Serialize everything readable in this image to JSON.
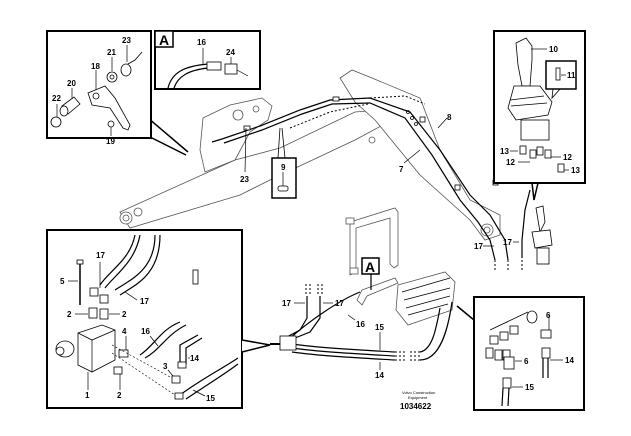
{
  "diagram": {
    "title": "Boom hydraulic lines with joystick control",
    "inset_a_letter": "A",
    "callout_a_letter": "A",
    "footer": {
      "company_line1": "Volvo Construction",
      "company_line2": "Equipment",
      "drawing_number": "1034622"
    },
    "insets": {
      "top_left": {
        "labels": [
          "23",
          "21",
          "18",
          "20",
          "22",
          "19"
        ]
      },
      "top_a": {
        "labels": [
          "16",
          "24"
        ]
      },
      "top_right": {
        "labels": [
          "10",
          "11",
          "13",
          "12",
          "12",
          "13"
        ]
      },
      "bottom_left": {
        "labels": [
          "17",
          "5",
          "17",
          "2",
          "2",
          "4",
          "16",
          "14",
          "3",
          "15",
          "1",
          "2"
        ]
      },
      "bottom_right": {
        "labels": [
          "6",
          "6",
          "14",
          "15"
        ]
      },
      "pin_callout": {
        "labels": [
          "9"
        ]
      }
    },
    "main_labels": {
      "l23": "23",
      "l8": "8",
      "l7": "7",
      "l9": "9",
      "l17a": "17",
      "l17b": "17",
      "l17c": "17",
      "l17d": "17",
      "l16": "16",
      "l15": "15",
      "l14": "14"
    }
  }
}
